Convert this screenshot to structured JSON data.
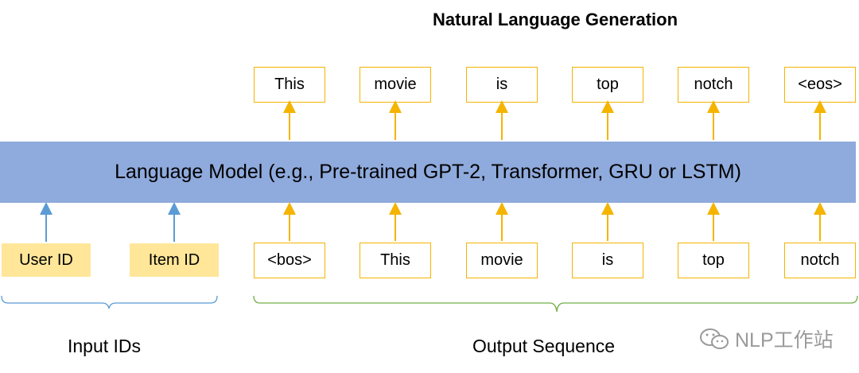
{
  "title": "Natural Language Generation",
  "model_label": "Language Model (e.g., Pre-trained GPT-2, Transformer, GRU or LSTM)",
  "output_tokens": [
    "This",
    "movie",
    "is",
    "top",
    "notch",
    "<eos>"
  ],
  "input_tokens": [
    "<bos>",
    "This",
    "movie",
    "is",
    "top",
    "notch"
  ],
  "id_inputs": [
    "User ID",
    "Item ID"
  ],
  "group_labels": {
    "input": "Input IDs",
    "output": "Output Sequence"
  },
  "watermark": "NLP工作站",
  "colors": {
    "model_fill": "#8faadc",
    "token_border": "#f4b400",
    "id_fill": "#ffe699",
    "id_arrow": "#5b9bd5",
    "input_brace": "#5b9bd5",
    "output_brace": "#70ad47"
  }
}
